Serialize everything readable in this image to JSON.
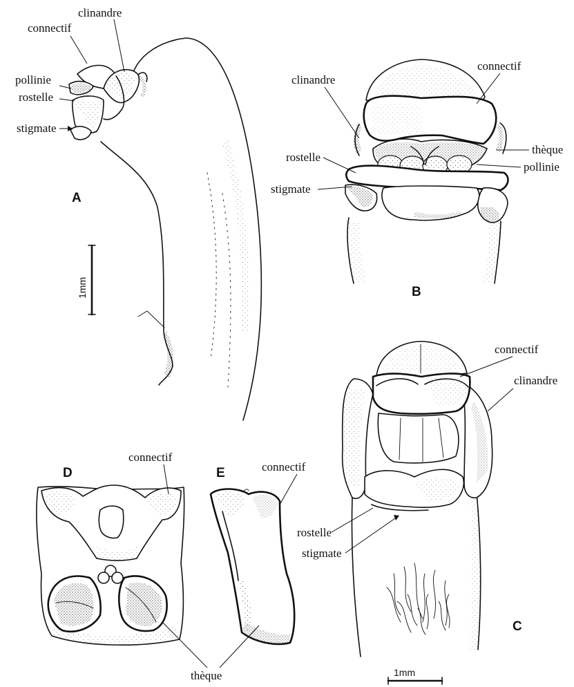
{
  "colors": {
    "ink": "#111111",
    "paper": "#ffffff"
  },
  "figures": {
    "A": {
      "panel_label": "A",
      "labels": {
        "connectif": "connectif",
        "clinandre": "clinandre",
        "pollinie": "pollinie",
        "rostelle": "rostelle",
        "stigmate": "stigmate"
      },
      "scale_bar": "1mm"
    },
    "B": {
      "panel_label": "B",
      "labels": {
        "clinandre": "clinandre",
        "connectif": "connectif",
        "rostelle": "rostelle",
        "theque": "thèque",
        "pollinie": "pollinie",
        "stigmate": "stigmate"
      }
    },
    "C": {
      "panel_label": "C",
      "labels": {
        "connectif": "connectif",
        "clinandre": "clinandre",
        "rostelle": "rostelle",
        "stigmate": "stigmate"
      },
      "scale_bar": "1mm"
    },
    "D": {
      "panel_label": "D",
      "labels": {
        "connectif": "connectif"
      }
    },
    "E": {
      "panel_label": "E",
      "labels": {
        "connectif": "connectif"
      }
    },
    "shared_labels": {
      "theque": "thèque"
    }
  }
}
